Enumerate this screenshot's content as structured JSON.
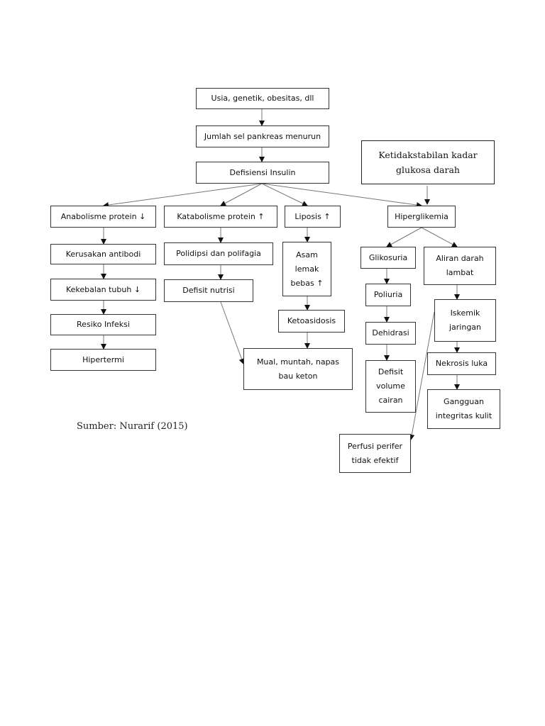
{
  "nodes": {
    "usia": "Usia, genetik, obesitas, dll",
    "jumlah_sel": "Jumlah sel pankreas menurun",
    "defisiensi": "Defisiensi Insulin",
    "ketidakstabilan": "Ketidakstabilan kadar glukosa darah",
    "anabolisme": "Anabolisme protein ↓",
    "katabolisme": "Katabolisme protein ↑",
    "liposis": "Liposis ↑",
    "hiperglikemia": "Hiperglikemia",
    "kerusakan": "Kerusakan antibodi",
    "polidipsi": "Polidipsi dan polifagia",
    "asam_lemak": "Asam lemak bebas ↑",
    "glikosuria": "Glikosuria",
    "aliran": "Aliran darah lambat",
    "kekebalan": "Kekebalan tubuh ↓",
    "defisit_nutrisi": "Defisit nutrisi",
    "poliuria": "Poliuria",
    "iskemik": "Iskemik jaringan",
    "resiko": "Resiko Infeksi",
    "ketoasidosis": "Ketoasidosis",
    "dehidrasi": "Dehidrasi",
    "nekrosis": "Nekrosis luka",
    "hipertermi": "Hipertermi",
    "mual": "Mual, muntah, napas bau keton",
    "defisit_volume": "Defisit volume cairan",
    "gangguan": "Gangguan integritas kulit",
    "perfusi": "Perfusi perifer tidak efektif"
  },
  "caption": "Sumber: Nurarif (2015)",
  "colors": {
    "line": "#444444",
    "arrow": "#111111",
    "border": "#333333"
  }
}
